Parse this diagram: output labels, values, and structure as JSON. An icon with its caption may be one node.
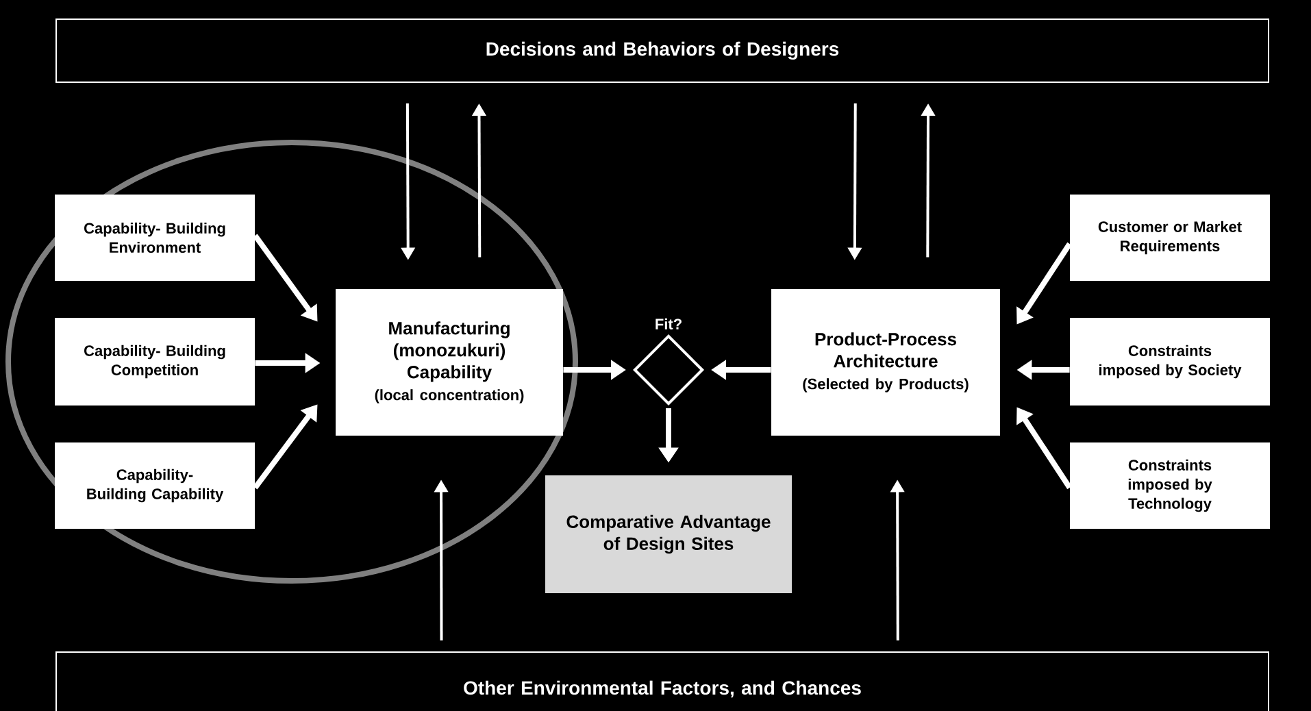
{
  "diagram": {
    "nodes": [
      {
        "text": [
          "Decisions and Behaviors of Designers"
        ]
      },
      {
        "text": [
          "Capability- Building Environment"
        ]
      },
      {
        "text": [
          "Capability- Building Competition"
        ]
      },
      {
        "text": [
          "Capability- Building Capability"
        ]
      },
      {
        "text": [
          "Manufacturing (monozukuri) Capability",
          "(local concentration)"
        ]
      },
      {
        "text": [
          "Fit?"
        ]
      },
      {
        "text": [
          "Product-Process Architecture",
          "(Selected by Products)"
        ]
      },
      {
        "text": [
          "Comparative Advantage of Design Sites"
        ]
      },
      {
        "text": [
          "Customer or Market Requirements"
        ]
      },
      {
        "text": [
          "Constraints imposed by Society"
        ]
      },
      {
        "text": [
          "Constraints imposed by Technology"
        ]
      },
      {
        "text": [
          "Other Environmental Factors, and Chances"
        ]
      }
    ],
    "edges": [
      {
        "from": 0,
        "to": 4,
        "arrow": "to"
      },
      {
        "from": 4,
        "to": 0,
        "arrow": "to"
      },
      {
        "from": 0,
        "to": 6,
        "arrow": "to"
      },
      {
        "from": 6,
        "to": 0,
        "arrow": "to"
      },
      {
        "from": 1,
        "to": 4,
        "arrow": "to"
      },
      {
        "from": 2,
        "to": 4,
        "arrow": "to"
      },
      {
        "from": 3,
        "to": 4,
        "arrow": "to"
      },
      {
        "from": 4,
        "to": 5,
        "arrow": "to"
      },
      {
        "from": 6,
        "to": 5,
        "arrow": "to"
      },
      {
        "from": 5,
        "to": 7,
        "arrow": "to"
      },
      {
        "from": 8,
        "to": 6,
        "arrow": "to"
      },
      {
        "from": 9,
        "to": 6,
        "arrow": "to"
      },
      {
        "from": 10,
        "to": 6,
        "arrow": "to"
      },
      {
        "from": 11,
        "to": 4,
        "arrow": "to"
      },
      {
        "from": 11,
        "to": 6,
        "arrow": "to"
      }
    ]
  }
}
